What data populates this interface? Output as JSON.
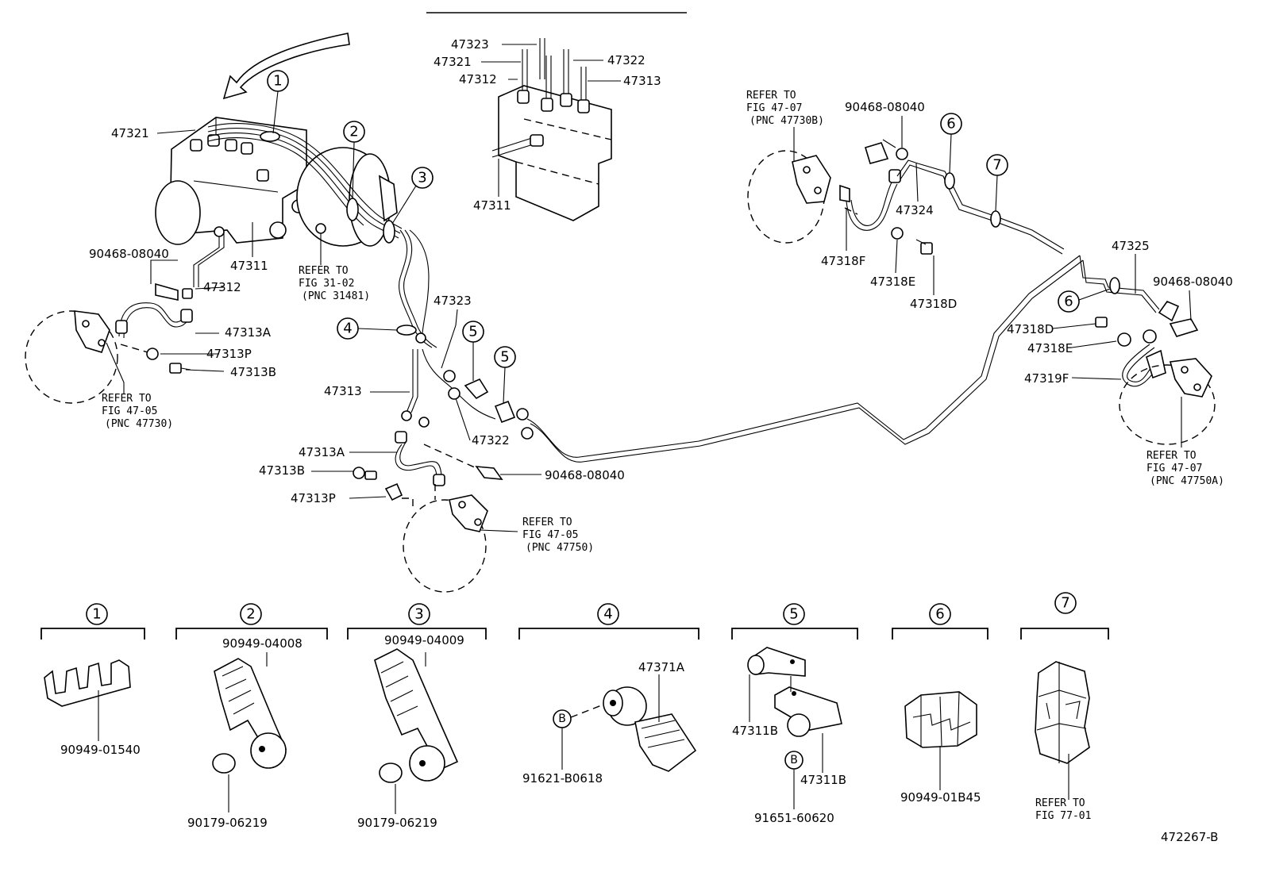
{
  "diagram_id": "472267-B",
  "top_view": {
    "labels": [
      "47323",
      "47321",
      "47312",
      "47322",
      "47313",
      "47311"
    ]
  },
  "main_labels": {
    "l_47321": "47321",
    "l_90468_a": "90468-08040",
    "l_47311": "47311",
    "l_47312": "47312",
    "l_47313A_a": "47313A",
    "l_47313P_a": "47313P",
    "l_47313B_a": "47313B",
    "l_47323": "47323",
    "l_47313": "47313",
    "l_47322": "47322",
    "l_47313A_b": "47313A",
    "l_47313B_b": "47313B",
    "l_47313P_b": "47313P",
    "l_90468_b": "90468-08040",
    "l_90468_c": "90468-08040",
    "l_47324": "47324",
    "l_47318F": "47318F",
    "l_47318E_a": "47318E",
    "l_47318D_a": "47318D",
    "l_47325": "47325",
    "l_90468_d": "90468-08040",
    "l_47318D_b": "47318D",
    "l_47318E_b": "47318E",
    "l_47319F": "47319F"
  },
  "refer_notes": {
    "fig_47_05_a": [
      "REFER TO",
      "FIG 47-05",
      "(PNC 47730)"
    ],
    "fig_31_02": [
      "REFER TO",
      "FIG 31-02",
      "(PNC 31481)"
    ],
    "fig_47_07_b": [
      "REFER TO",
      "FIG 47-07",
      "(PNC 47730B)"
    ],
    "fig_47_05_b": [
      "REFER TO",
      "FIG 47-05",
      "(PNC 47750)"
    ],
    "fig_47_07_a": [
      "REFER TO",
      "FIG 47-07",
      "(PNC 47750A)"
    ],
    "fig_77_01": [
      "REFER TO",
      "FIG 77-01"
    ]
  },
  "callouts": [
    "1",
    "2",
    "3",
    "4",
    "5",
    "6",
    "7"
  ],
  "detail_sections": [
    {
      "num": "1",
      "parts": [
        "90949-01540"
      ]
    },
    {
      "num": "2",
      "parts": [
        "90949-04008",
        "90179-06219"
      ]
    },
    {
      "num": "3",
      "parts": [
        "90949-04009",
        "90179-06219"
      ]
    },
    {
      "num": "4",
      "parts": [
        "47371A",
        "91621-B0618"
      ]
    },
    {
      "num": "5",
      "parts": [
        "47311B",
        "47311B",
        "91651-60620"
      ]
    },
    {
      "num": "6",
      "parts": [
        "90949-01B45"
      ]
    },
    {
      "num": "7",
      "parts": [
        "REFER TO",
        "FIG 77-01"
      ]
    }
  ],
  "bolt_marker": "B"
}
